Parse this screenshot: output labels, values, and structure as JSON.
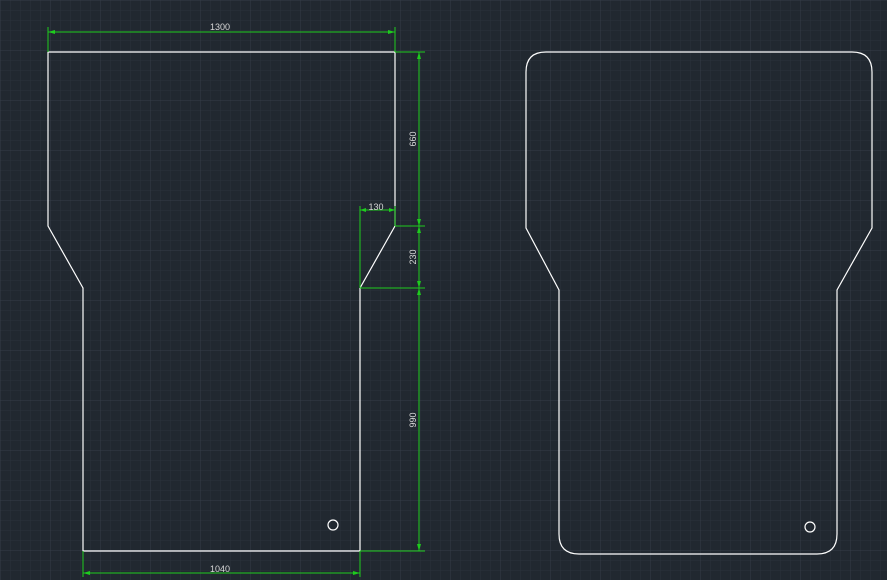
{
  "colors": {
    "background": "#212830",
    "grid_minor": "#2b323b",
    "grid_major": "#353d47",
    "outline": "#ffffff",
    "dimension": "#1ecc1e",
    "dimension_text": "#d8d8d8"
  },
  "dimensions": {
    "top_width": "1300",
    "upper_height": "660",
    "notch_width": "130",
    "taper_height": "230",
    "lower_height": "990",
    "bottom_width": "1040"
  }
}
